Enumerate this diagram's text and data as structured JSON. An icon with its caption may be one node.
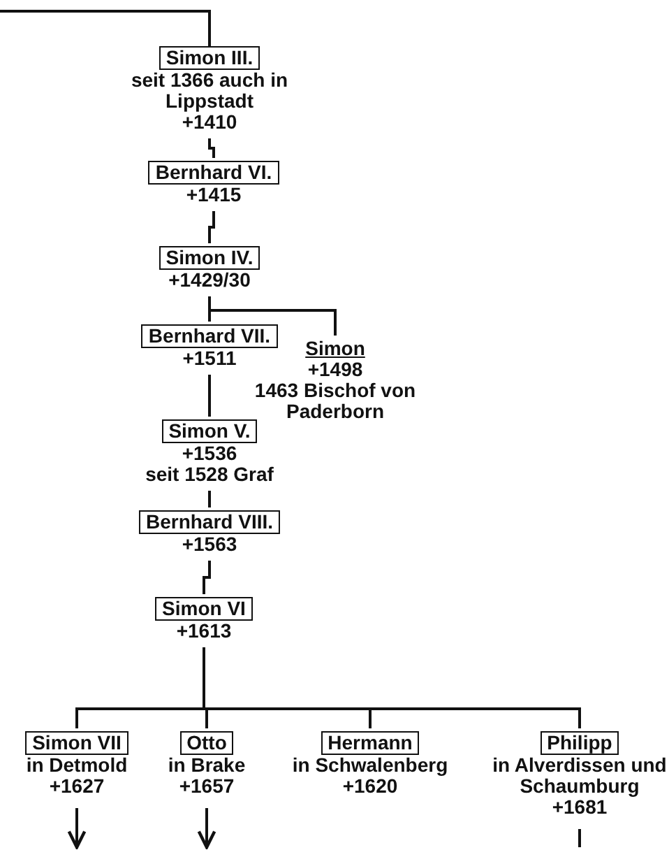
{
  "diagram": {
    "nodes": [
      {
        "text": [
          "Simon III."
        ],
        "beside": [
          "seit 1366 auch in Lippstadt",
          "+1410"
        ]
      },
      {
        "text": [
          "Bernhard VI."
        ],
        "beside": [
          "+1415"
        ]
      },
      {
        "text": [
          "Simon IV."
        ],
        "beside": [
          "+1429/30"
        ]
      },
      {
        "text": [
          "Bernhard VII."
        ],
        "beside": [
          "+1511"
        ]
      },
      {
        "text": [
          "Simon"
        ],
        "beside": [
          "+1498",
          "1463 Bischof von Paderborn"
        ]
      },
      {
        "text": [
          "Simon V."
        ],
        "beside": [
          "+1536",
          "seit 1528 Graf"
        ]
      },
      {
        "text": [
          "Bernhard VIII."
        ],
        "beside": [
          "+1563"
        ]
      },
      {
        "text": [
          "Simon VI"
        ],
        "beside": [
          "+1613"
        ]
      },
      {
        "text": [
          "Simon VII"
        ],
        "beside": [
          "in Detmold",
          "+1627"
        ]
      },
      {
        "text": [
          "Otto"
        ],
        "beside": [
          "in Brake",
          "+1657"
        ]
      },
      {
        "text": [
          "Hermann"
        ],
        "beside": [
          "in Schwalenberg",
          "+1620"
        ]
      },
      {
        "text": [
          "Philipp"
        ],
        "beside": [
          "in Alverdissen und Schaumburg",
          "+1681"
        ]
      }
    ],
    "edges": [
      {
        "from": null,
        "to": 0,
        "arrow": "none"
      },
      {
        "from": 0,
        "to": 1,
        "arrow": "none"
      },
      {
        "from": 1,
        "to": 2,
        "arrow": "none"
      },
      {
        "from": 2,
        "to": 3,
        "arrow": "none"
      },
      {
        "from": 2,
        "to": 4,
        "arrow": "none"
      },
      {
        "from": 3,
        "to": 5,
        "arrow": "none"
      },
      {
        "from": 5,
        "to": 6,
        "arrow": "none"
      },
      {
        "from": 6,
        "to": 7,
        "arrow": "none"
      },
      {
        "from": 7,
        "to": 8,
        "arrow": "none"
      },
      {
        "from": 7,
        "to": 9,
        "arrow": "none"
      },
      {
        "from": 7,
        "to": 10,
        "arrow": "none"
      },
      {
        "from": 7,
        "to": 11,
        "arrow": "none"
      },
      {
        "from": 8,
        "to": null,
        "arrow": "to"
      },
      {
        "from": 9,
        "to": null,
        "arrow": "to"
      },
      {
        "from": 11,
        "to": null,
        "arrow": "none"
      }
    ]
  }
}
